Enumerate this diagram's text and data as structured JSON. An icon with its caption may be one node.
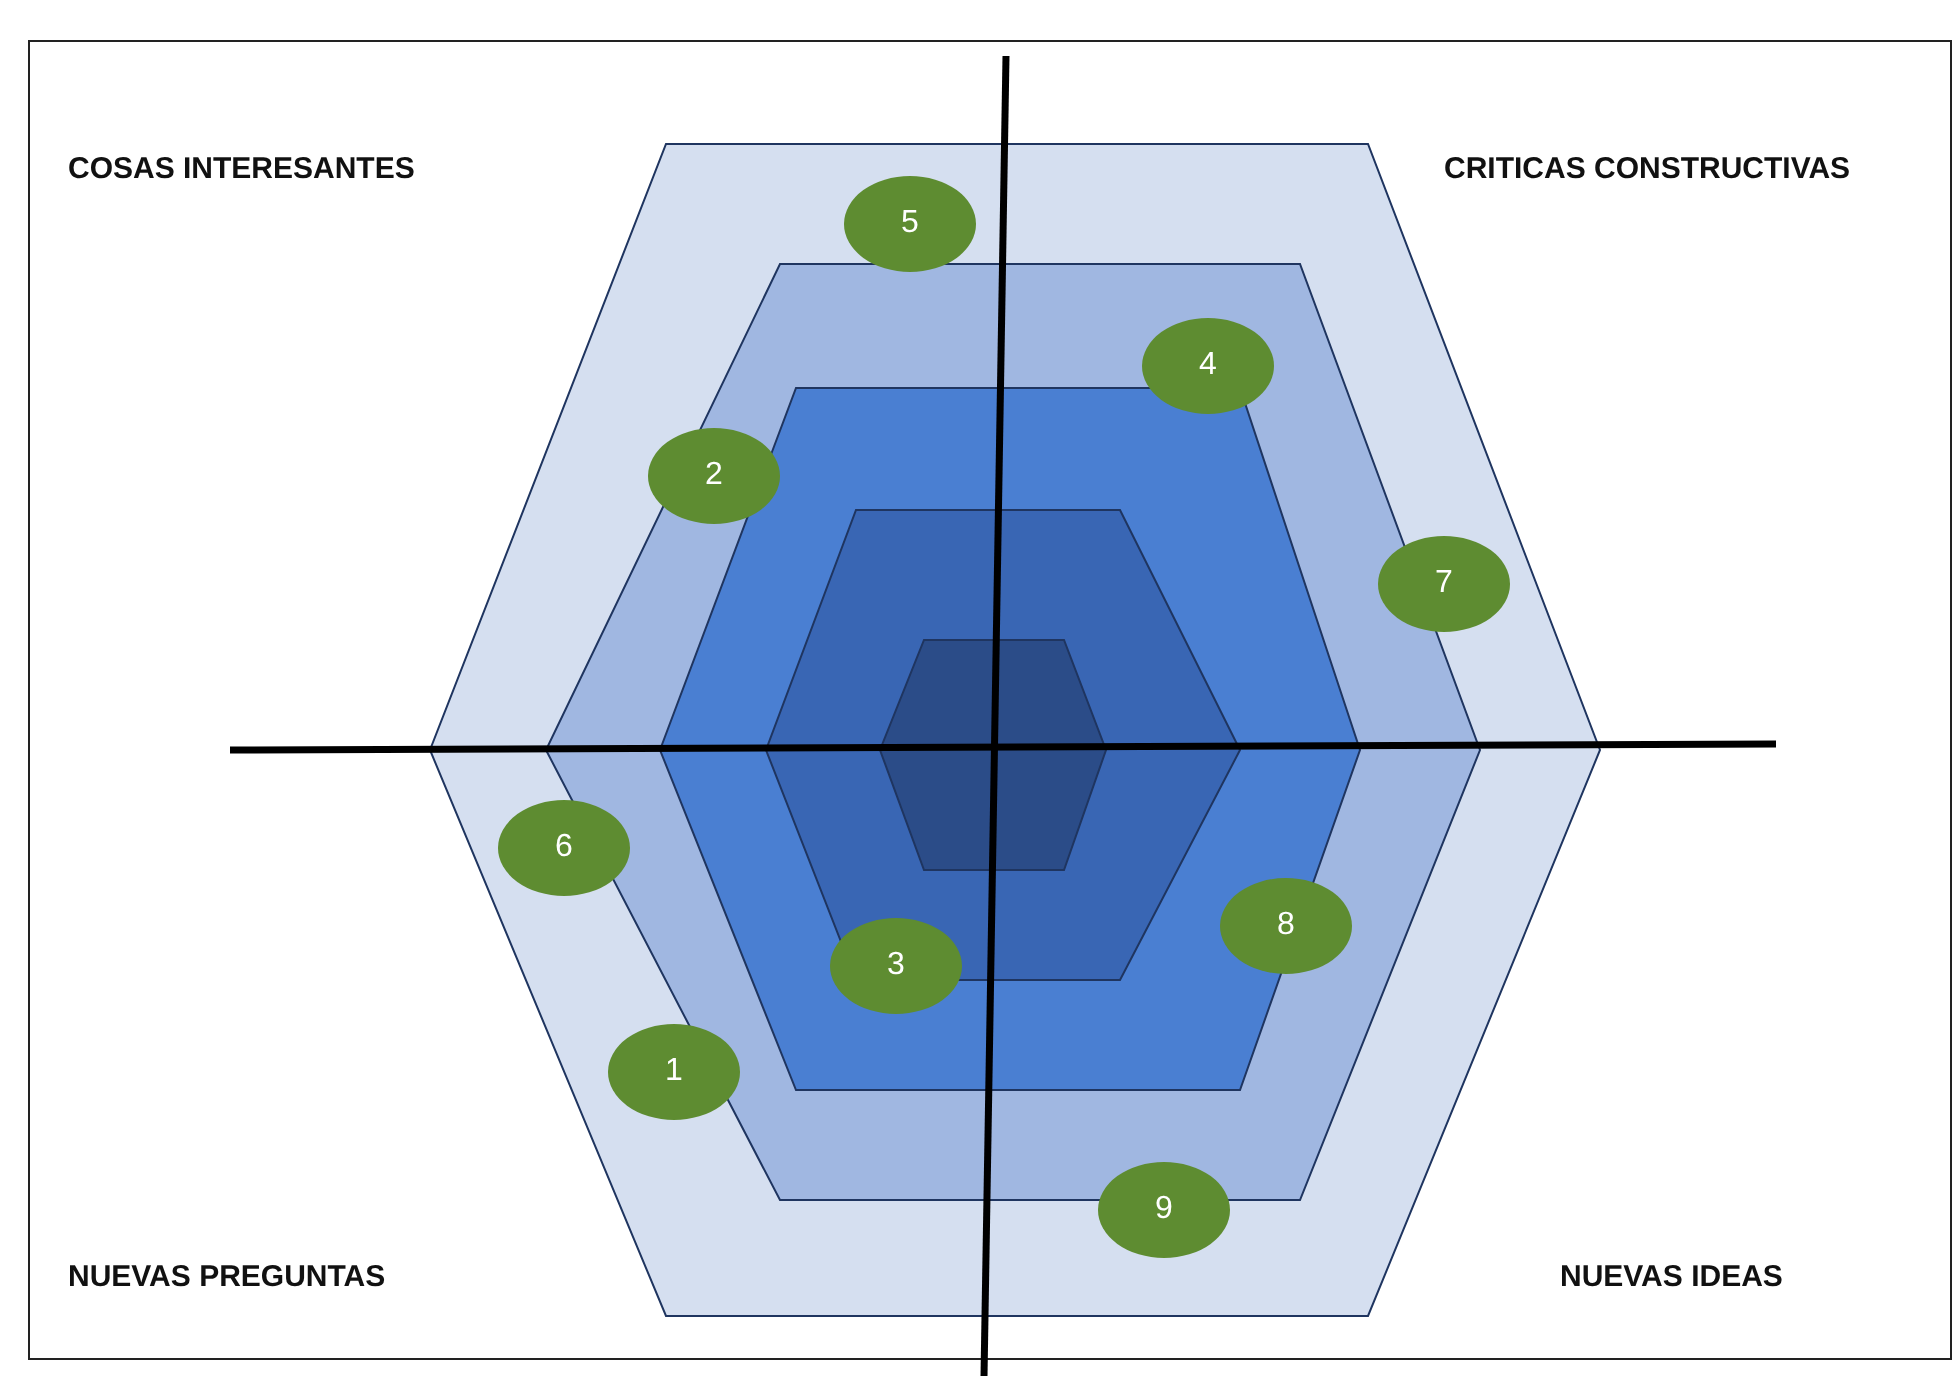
{
  "diagram": {
    "nodes": [
      {
        "text": [
          "5"
        ]
      },
      {
        "text": [
          "4"
        ]
      },
      {
        "text": [
          "2"
        ]
      },
      {
        "text": [
          "7"
        ]
      },
      {
        "text": [
          "6"
        ]
      },
      {
        "text": [
          "8"
        ]
      },
      {
        "text": [
          "3"
        ]
      },
      {
        "text": [
          "1"
        ]
      },
      {
        "text": [
          "9"
        ]
      }
    ],
    "labels": [
      "COSAS INTERESANTES",
      "CRITICAS CONSTRUCTIVAS",
      "NUEVAS PREGUNTAS",
      "NUEVAS IDEAS"
    ]
  }
}
